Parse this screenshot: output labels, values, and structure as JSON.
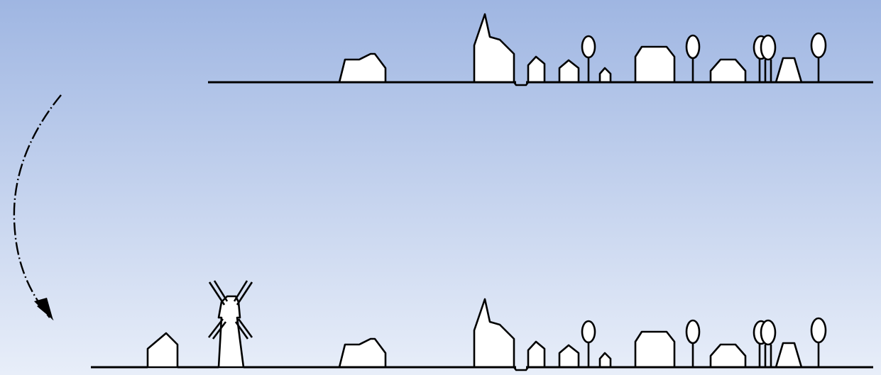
{
  "diagram": {
    "background_top": "#9fb6e2",
    "background_bottom": "#e8eef9",
    "line_color": "#000000",
    "fill_color": "#ffffff",
    "panels": [
      {
        "id": "skyline-before",
        "has_windmill": false
      },
      {
        "id": "skyline-after",
        "has_windmill": true
      }
    ],
    "connector": {
      "type": "curved-dashed-arrow",
      "direction": "down"
    }
  }
}
